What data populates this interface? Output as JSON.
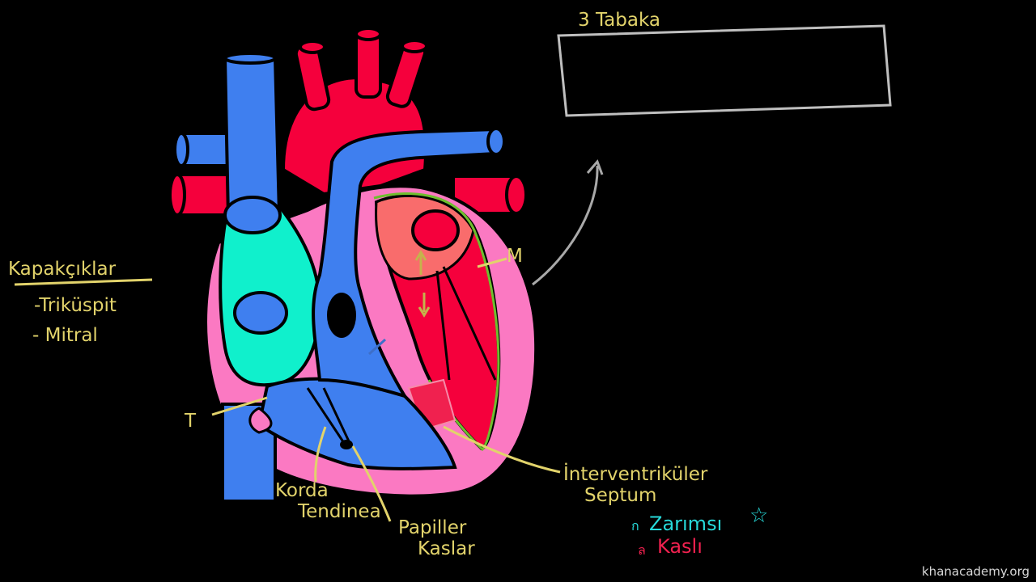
{
  "header": {
    "title": "3 Tabaka"
  },
  "valves": {
    "heading": "Kapakçıklar",
    "items": [
      "-Triküspit",
      "- Mitral"
    ]
  },
  "labels": {
    "mitral_mark": "M",
    "tricuspid_mark": "T",
    "chordae_line1": "Korda",
    "chordae_line2": "Tendinea",
    "papillary_line1": "Papiller",
    "papillary_line2": "Kaslar",
    "septum_line1": "İnterventriküler",
    "septum_line2": "Septum"
  },
  "legend": {
    "membranous": "Zarımsı",
    "muscular": "Kaslı"
  },
  "colors": {
    "blue": "#3f7fef",
    "red": "#f5003c",
    "pink": "#fb79c2",
    "cyan": "#10f0cc",
    "salmon": "#f96c6c",
    "text_yellow": "#e2d36b",
    "legend_cyan": "#27d9d9",
    "legend_red": "#f0214f"
  },
  "icons": {
    "star": "star-icon"
  },
  "watermark": "khanacademy.org"
}
